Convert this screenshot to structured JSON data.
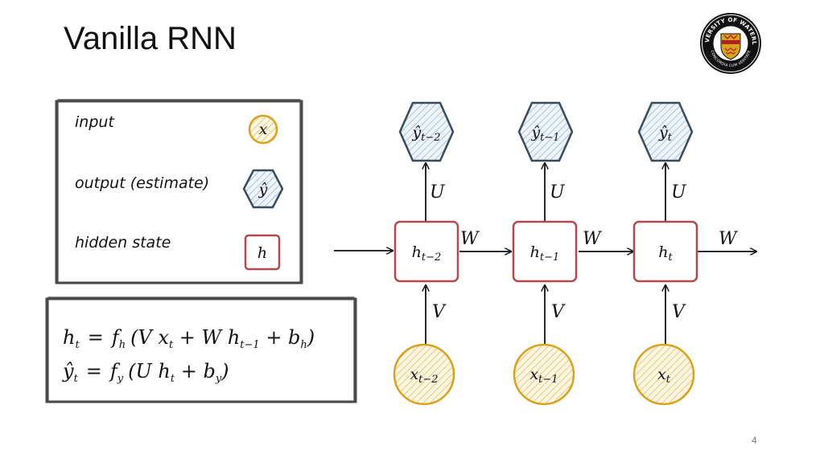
{
  "slide": {
    "title": "Vanilla RNN",
    "page_number": "4"
  },
  "logo": {
    "top_text": "UNIVERSITY OF WATERLOO",
    "bottom_text": "CONCORDIA CUM VERITATE"
  },
  "legend": {
    "input_label": "input",
    "input_symbol": "x",
    "output_label": "output (estimate)",
    "output_symbol": "ŷ",
    "hidden_label": "hidden state",
    "hidden_symbol": "h"
  },
  "equations": {
    "line1": {
      "lhs_base": "h",
      "lhs_sub": "t",
      "eq": "=",
      "fn_base": "f",
      "fn_sub": "h",
      "p1": "(V x",
      "p1_sub": "t",
      "p2": " + W h",
      "p2_sub": "t−1",
      "p3": " + b",
      "p3_sub": "h",
      "close": ")"
    },
    "line2": {
      "lhs_base": "ŷ",
      "lhs_sub": "t",
      "eq": "=",
      "fn_base": "f",
      "fn_sub": "y",
      "p1": "(U h",
      "p1_sub": "t",
      "p2": " + b",
      "p2_sub": "y",
      "close": ")"
    }
  },
  "network": {
    "columns": [
      {
        "output_base": "ŷ",
        "output_sub": "t−2",
        "hidden_base": "h",
        "hidden_sub": "t−2",
        "input_base": "x",
        "input_sub": "t−2"
      },
      {
        "output_base": "ŷ",
        "output_sub": "t−1",
        "hidden_base": "h",
        "hidden_sub": "t−1",
        "input_base": "x",
        "input_sub": "t−1"
      },
      {
        "output_base": "ŷ",
        "output_sub": "t",
        "hidden_base": "h",
        "hidden_sub": "t",
        "input_base": "x",
        "input_sub": "t"
      }
    ],
    "labels": {
      "recurrent_weight": "W",
      "output_weight": "U",
      "input_weight": "V"
    }
  },
  "colors": {
    "input_stroke": "#d9a21b",
    "input_fill": "#f6e3b5",
    "output_stroke": "#3a4c5c",
    "output_fill": "#c3d7e6",
    "hidden_stroke": "#b4484a",
    "hidden_fill": "#ffffff",
    "box_stroke": "#4a4a4a"
  }
}
